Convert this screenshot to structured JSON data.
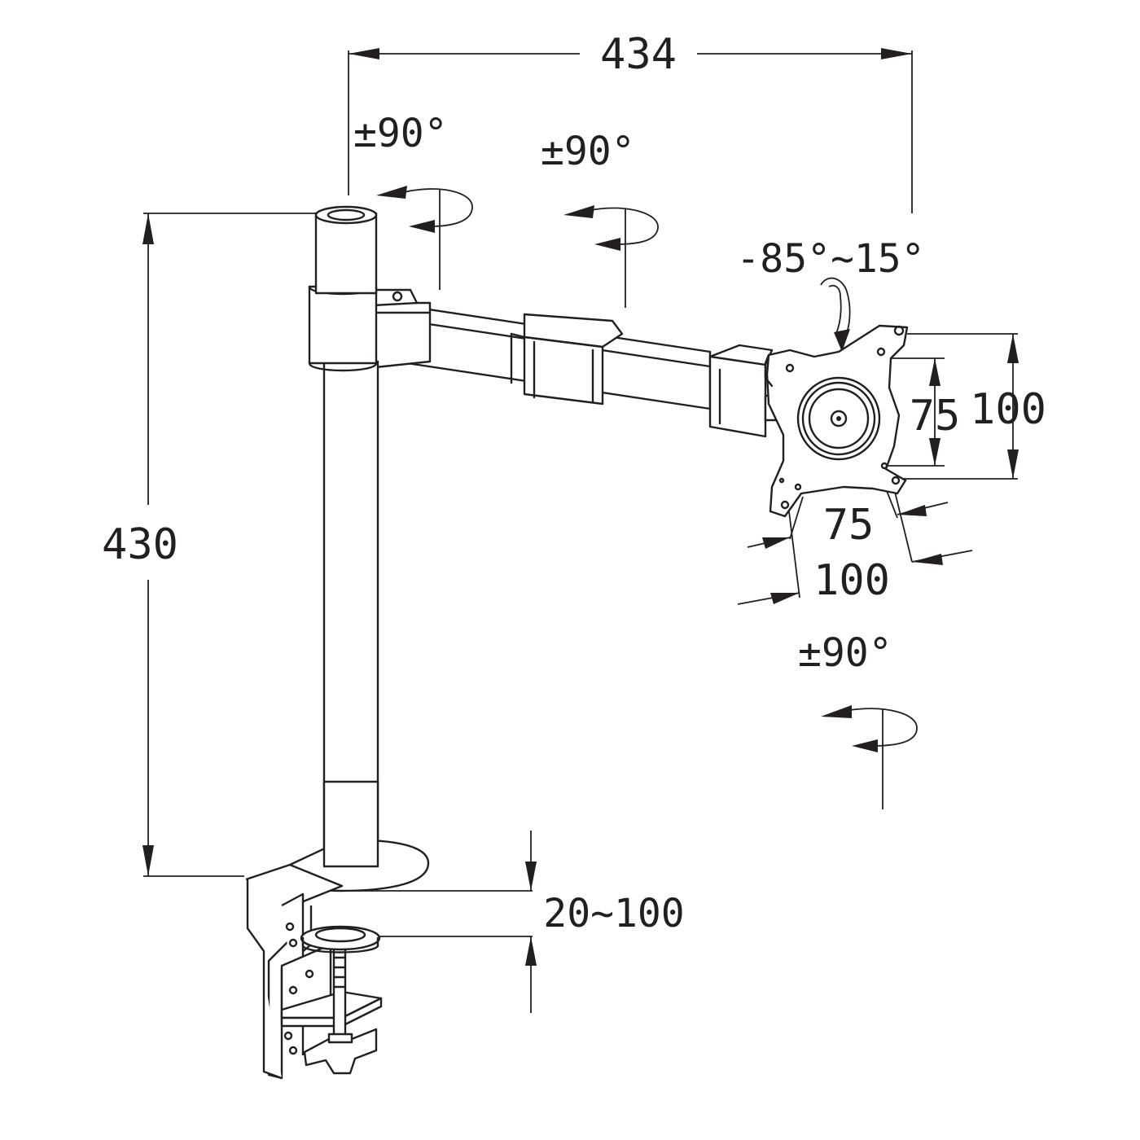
{
  "dimensions": {
    "arm_reach": "434",
    "pole_height": "430",
    "clamp_range": "20~100",
    "vesa_small_vertical": "75",
    "vesa_large_vertical": "100",
    "vesa_small_horizontal": "75",
    "vesa_large_horizontal": "100"
  },
  "rotations": {
    "pole_swivel": "±90°",
    "arm_swivel": "±90°",
    "tilt": "-85°~15°",
    "plate_rotation": "±90°"
  },
  "colors": {
    "line": "#231f20",
    "background": "#ffffff"
  }
}
